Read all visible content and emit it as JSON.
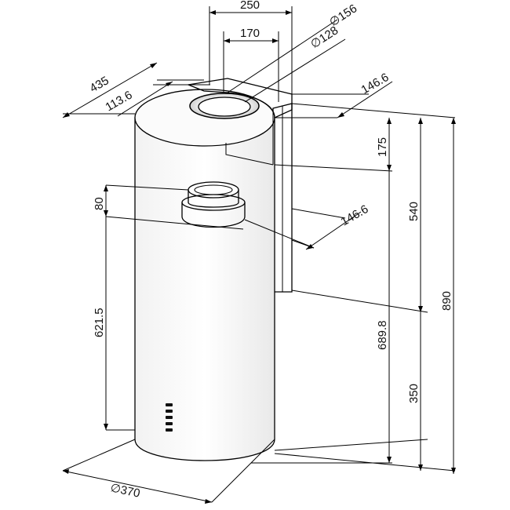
{
  "dimensions": {
    "d250": "250",
    "d170": "170",
    "d156": "∅156",
    "d128": "∅128",
    "d435": "435",
    "d113_6": "113.6",
    "d146_6_top": "146.6",
    "d175": "175",
    "d80": "80",
    "d146_6_mid": "146.6",
    "d540": "540",
    "d890": "890",
    "d621_5": "621.5",
    "d689_8": "689.8",
    "d350": "350",
    "d370": "∅370"
  }
}
